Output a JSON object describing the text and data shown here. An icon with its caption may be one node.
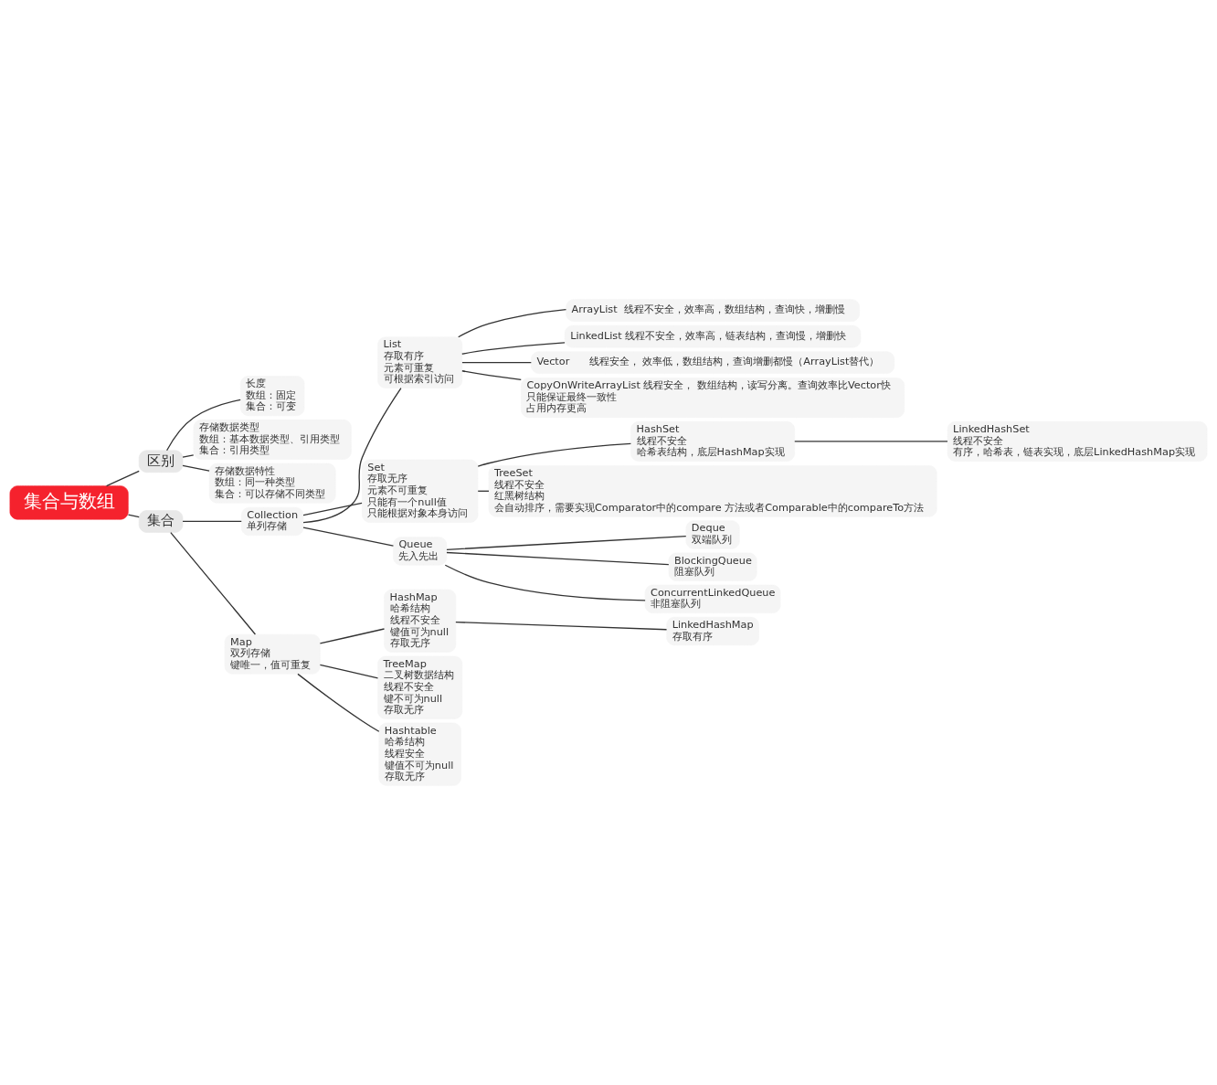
{
  "diagram": {
    "nodes": [
      {
        "text": [
          "集合与数组"
        ]
      },
      {
        "text": [
          "区别"
        ]
      },
      {
        "text": [
          "长度",
          "数组：固定",
          "集合：可变"
        ]
      },
      {
        "text": [
          "存储数据类型",
          "数组：基本数据类型、引用类型",
          "集合：引用类型"
        ]
      },
      {
        "text": [
          "存储数据特性",
          "数组：同一种类型",
          "集合：可以存储不同类型"
        ]
      },
      {
        "text": [
          "集合"
        ]
      },
      {
        "text": [
          "Collection",
          "单列存储"
        ]
      },
      {
        "text": [
          "List",
          "存取有序",
          "元素可重复",
          "可根据索引访问"
        ]
      },
      {
        "text": [
          "ArrayList  线程不安全，效率高，数组结构，查询快，增删慢"
        ]
      },
      {
        "text": [
          "LinkedList 线程不安全，效率高，链表结构，查询慢，增删快"
        ]
      },
      {
        "text": [
          "Vector      线程安全， 效率低，数组结构，查询增删都慢（ArrayList替代）"
        ]
      },
      {
        "text": [
          "CopyOnWriteArrayList 线程安全， 数组结构，读写分离。查询效率比Vector快",
          "只能保证最终一致性",
          "占用内存更高"
        ]
      },
      {
        "text": [
          "Set",
          "存取无序",
          "元素不可重复",
          "只能有一个null值",
          "只能根据对象本身访问"
        ]
      },
      {
        "text": [
          "HashSet",
          "线程不安全",
          "哈希表结构，底层HashMap实现"
        ]
      },
      {
        "text": [
          "LinkedHashSet",
          "线程不安全",
          "有序，哈希表，链表实现，底层LinkedHashMap实现"
        ]
      },
      {
        "text": [
          "TreeSet",
          "线程不安全",
          "红黑树结构",
          "会自动排序，需要实现Comparator中的compare 方法或者Comparable中的compareTo方法"
        ]
      },
      {
        "text": [
          "Queue",
          "先入先出"
        ]
      },
      {
        "text": [
          "Deque",
          "双端队列"
        ]
      },
      {
        "text": [
          "BlockingQueue",
          "阻塞队列"
        ]
      },
      {
        "text": [
          "ConcurrentLinkedQueue",
          "非阻塞队列"
        ]
      },
      {
        "text": [
          "Map",
          "双列存储",
          "键唯一，值可重复"
        ]
      },
      {
        "text": [
          "HashMap",
          "哈希结构",
          "线程不安全",
          "键值可为null",
          "存取无序"
        ]
      },
      {
        "text": [
          "LinkedHashMap",
          "存取有序"
        ]
      },
      {
        "text": [
          "TreeMap",
          "二叉树数据结构",
          "线程不安全",
          "键不可为null",
          "存取无序"
        ]
      },
      {
        "text": [
          "Hashtable",
          "哈希结构",
          "线程安全",
          "键值不可为null",
          "存取无序"
        ]
      }
    ],
    "edges": [
      {
        "from": 0,
        "to": 1,
        "arrow": "none"
      },
      {
        "from": 1,
        "to": 2,
        "arrow": "none"
      },
      {
        "from": 1,
        "to": 3,
        "arrow": "none"
      },
      {
        "from": 1,
        "to": 4,
        "arrow": "none"
      },
      {
        "from": 0,
        "to": 5,
        "arrow": "none"
      },
      {
        "from": 5,
        "to": 6,
        "arrow": "none"
      },
      {
        "from": 6,
        "to": 7,
        "arrow": "none"
      },
      {
        "from": 7,
        "to": 8,
        "arrow": "none"
      },
      {
        "from": 7,
        "to": 9,
        "arrow": "none"
      },
      {
        "from": 7,
        "to": 10,
        "arrow": "none"
      },
      {
        "from": 7,
        "to": 11,
        "arrow": "none"
      },
      {
        "from": 6,
        "to": 12,
        "arrow": "none"
      },
      {
        "from": 12,
        "to": 13,
        "arrow": "none"
      },
      {
        "from": 13,
        "to": 14,
        "arrow": "none"
      },
      {
        "from": 12,
        "to": 15,
        "arrow": "none"
      },
      {
        "from": 6,
        "to": 16,
        "arrow": "none"
      },
      {
        "from": 16,
        "to": 17,
        "arrow": "none"
      },
      {
        "from": 16,
        "to": 18,
        "arrow": "none"
      },
      {
        "from": 16,
        "to": 19,
        "arrow": "none"
      },
      {
        "from": 5,
        "to": 20,
        "arrow": "none"
      },
      {
        "from": 20,
        "to": 21,
        "arrow": "none"
      },
      {
        "from": 21,
        "to": 22,
        "arrow": "none"
      },
      {
        "from": 20,
        "to": 23,
        "arrow": "none"
      },
      {
        "from": 20,
        "to": 24,
        "arrow": "none"
      }
    ]
  }
}
